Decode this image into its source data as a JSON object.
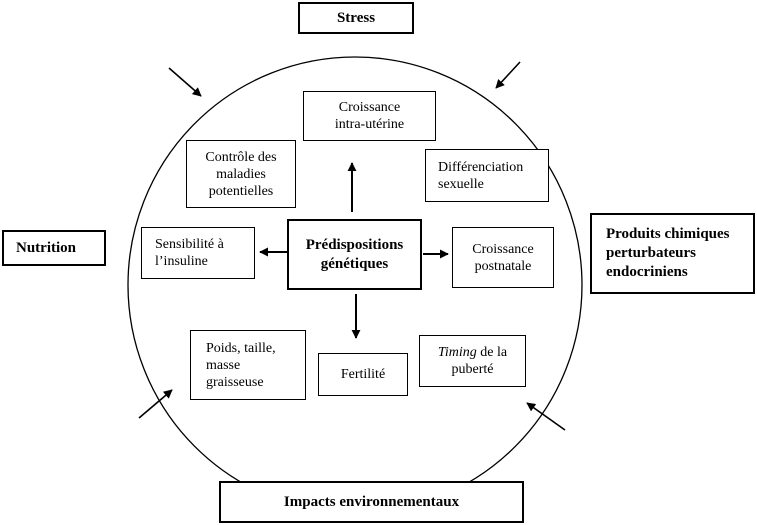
{
  "outer_factors": {
    "stress": "Stress",
    "nutrition": "Nutrition",
    "chemicals": "Produits chimiques perturbateurs endocriniens",
    "environment": "Impacts environnementaux"
  },
  "center": "Prédispositions génétiques",
  "nodes": {
    "intrauterine": "Croissance intra-utérine",
    "disease_control": "Contrôle des maladies potentielles",
    "sexual_diff": "Différenciation sexuelle",
    "insulin": "Sensibilité à l’insuline",
    "postnatal": "Croissance postnatale",
    "body": "Poids, taille, masse graisseuse",
    "fertility": "Fertilité",
    "puberty_em": "Timing",
    "puberty_rest": " de la puberté"
  }
}
